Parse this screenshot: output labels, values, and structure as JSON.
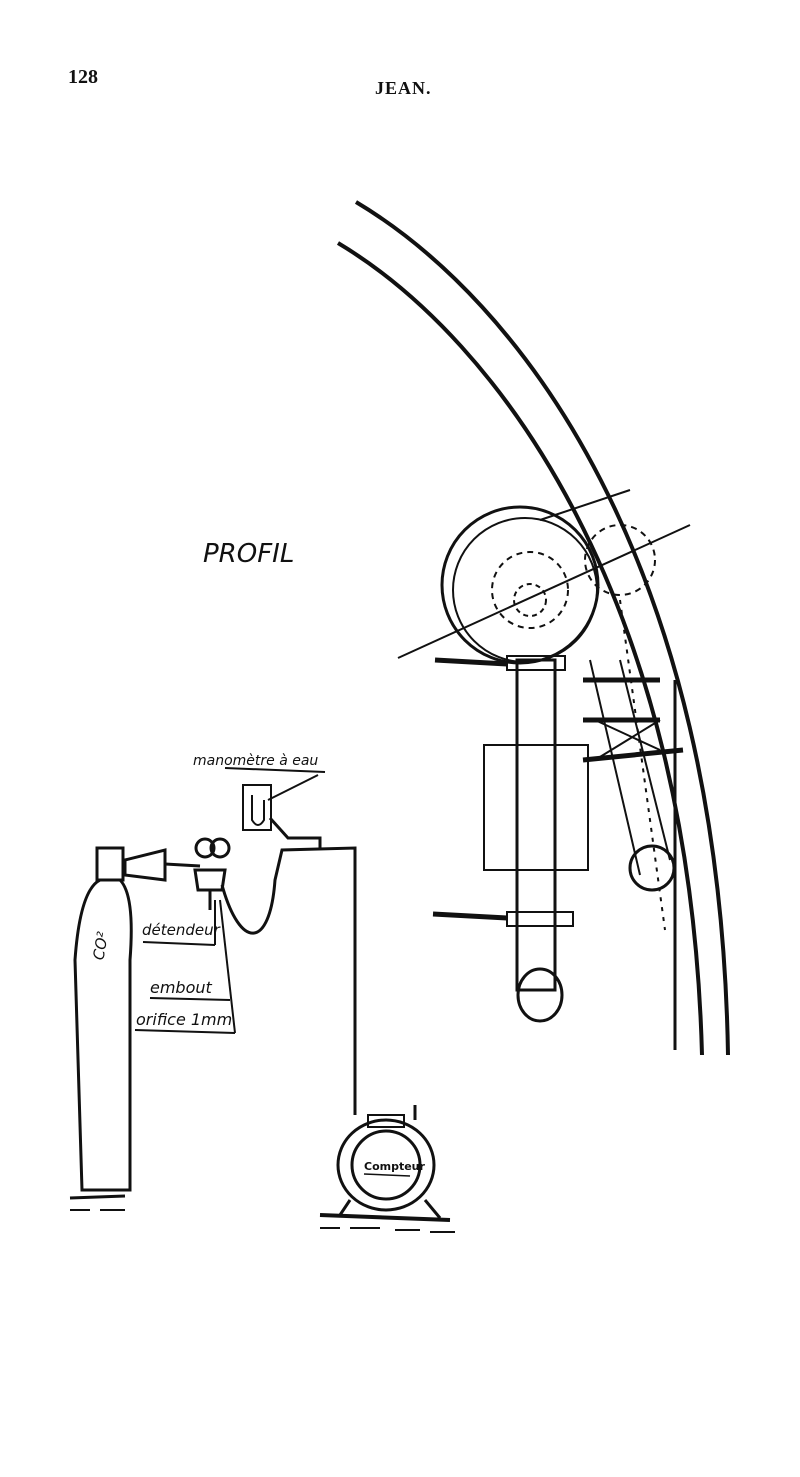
{
  "header": {
    "page_number": "128",
    "running_title": "JEAN."
  },
  "figure": {
    "title": "PROFIL",
    "labels": {
      "manometer": "manomètre à eau",
      "regulator": "détendeur",
      "nozzle": "embout",
      "orifice": "orifice 1mm",
      "cylinder": "CO²",
      "meter": "Compteur"
    }
  }
}
